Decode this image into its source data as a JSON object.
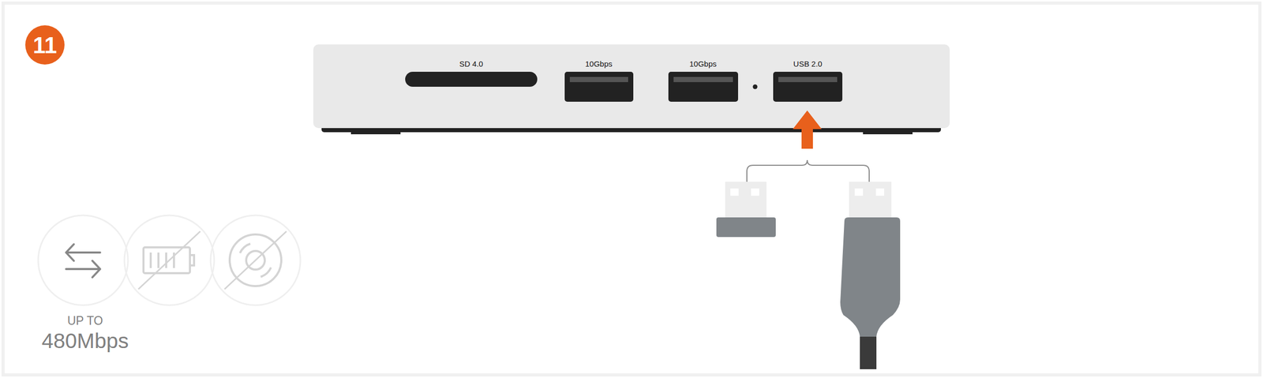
{
  "diagram": {
    "labels": [
      "11",
      "SD 4.0",
      "10Gbps",
      "10Gbps",
      "USB 2.0",
      "UP TO",
      "480Mbps"
    ]
  }
}
